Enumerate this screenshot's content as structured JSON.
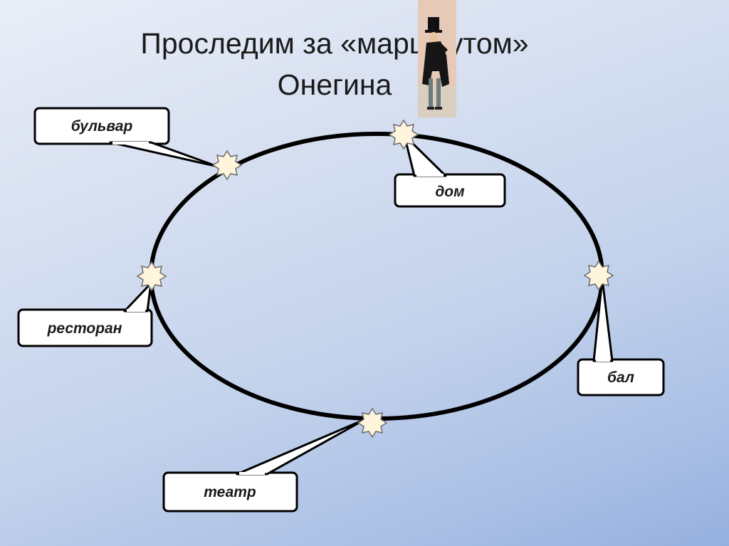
{
  "title": {
    "line1": "Проследим за «маршрутом»",
    "line2": "Онегина"
  },
  "figure_icon": "man-in-top-hat-illustration",
  "route_color": "#000000",
  "marker_color": "#fff4dc",
  "stops": {
    "bulvar": "бульвар",
    "dom": "дом",
    "restoran": "ресторан",
    "bal": "бал",
    "teatr": "театр"
  }
}
